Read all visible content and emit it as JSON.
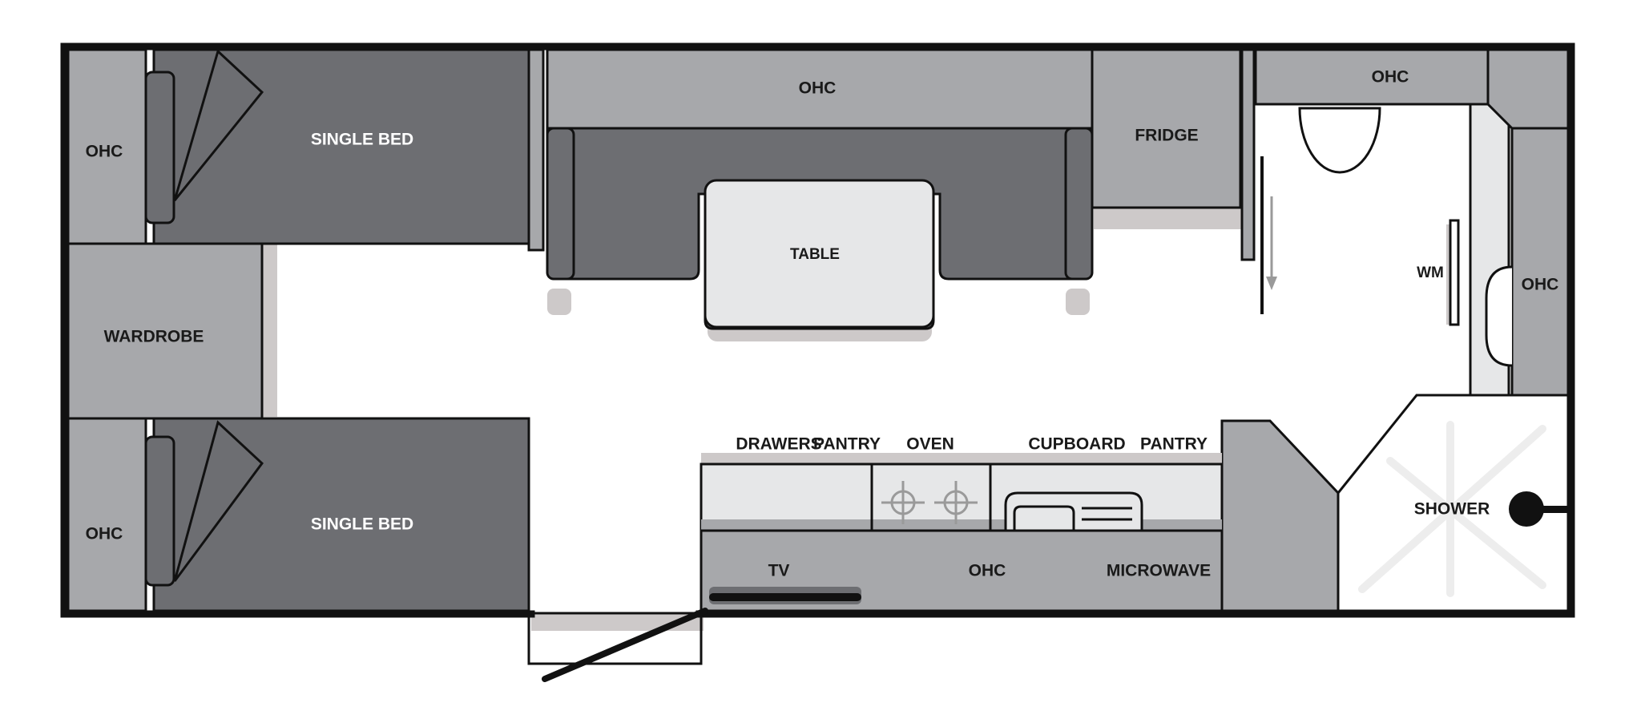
{
  "labels": {
    "ohc": "OHC",
    "single_bed": "SINGLE BED",
    "wardrobe": "WARDROBE",
    "table": "TABLE",
    "fridge": "FRIDGE",
    "wm": "WM",
    "shower": "SHOWER",
    "drawers": "DRAWERS",
    "pantry": "PANTRY",
    "oven": "OVEN",
    "cupboard": "CUPBOARD",
    "tv": "TV",
    "microwave": "MICROWAVE"
  },
  "colors": {
    "wall": "#111111",
    "dark_fill": "#6d6e72",
    "medium_fill": "#a7a8ab",
    "light_fill": "#e6e7e8",
    "shadow": "#cdc9c9",
    "floor": "#ffffff"
  }
}
